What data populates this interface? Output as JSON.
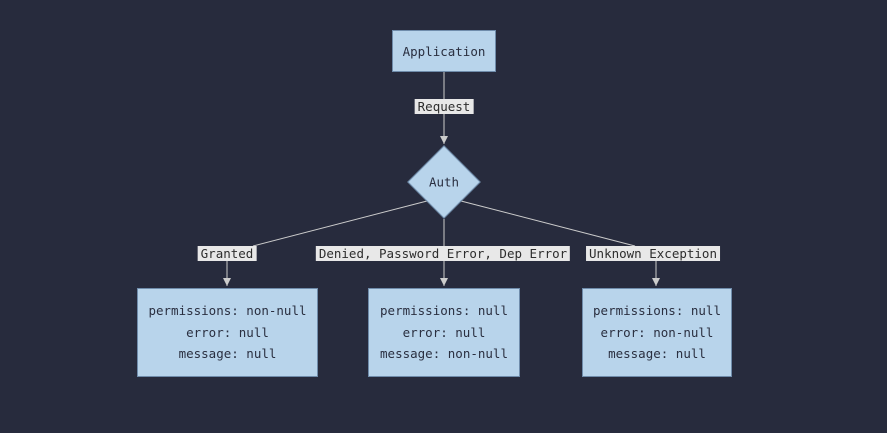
{
  "diagram": {
    "type": "flowchart",
    "colors": {
      "background": "#272b3d",
      "node_fill": "#b8d4eb",
      "node_border": "#6f8cab",
      "node_text": "#2a2f40",
      "line": "#cccccc",
      "edge_label_bg": "#e8e8e8",
      "edge_label_text": "#2d2d2d"
    },
    "nodes": {
      "application": {
        "label": "Application"
      },
      "auth": {
        "label": "Auth"
      },
      "granted_result": {
        "lines": [
          "permissions: non-null",
          "error: null",
          "message: null"
        ]
      },
      "denied_result": {
        "lines": [
          "permissions: null",
          "error: null",
          "message: non-null"
        ]
      },
      "unknown_result": {
        "lines": [
          "permissions: null",
          "error: non-null",
          "message: null"
        ]
      }
    },
    "edges": {
      "request": {
        "from": "application",
        "to": "auth",
        "label": "Request"
      },
      "granted": {
        "from": "auth",
        "to": "granted_result",
        "label": "Granted"
      },
      "denied": {
        "from": "auth",
        "to": "denied_result",
        "label": "Denied, Password Error, Dep Error"
      },
      "unknown": {
        "from": "auth",
        "to": "unknown_result",
        "label": "Unknown Exception"
      }
    }
  }
}
